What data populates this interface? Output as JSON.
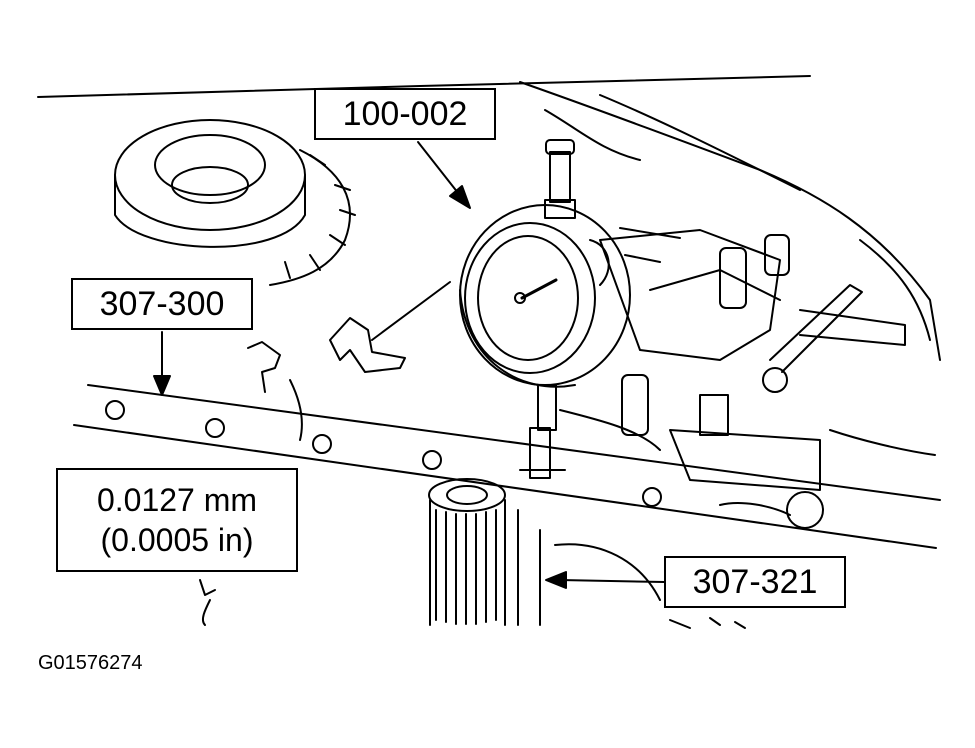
{
  "callouts": {
    "dial_indicator": "100-002",
    "tool_307_300": "307-300",
    "tool_307_321": "307-321",
    "spec_metric": "0.0127 mm",
    "spec_imperial": "(0.0005 in)"
  },
  "figure_id": "G01576274",
  "colors": {
    "line": "#000000",
    "background": "#ffffff"
  }
}
